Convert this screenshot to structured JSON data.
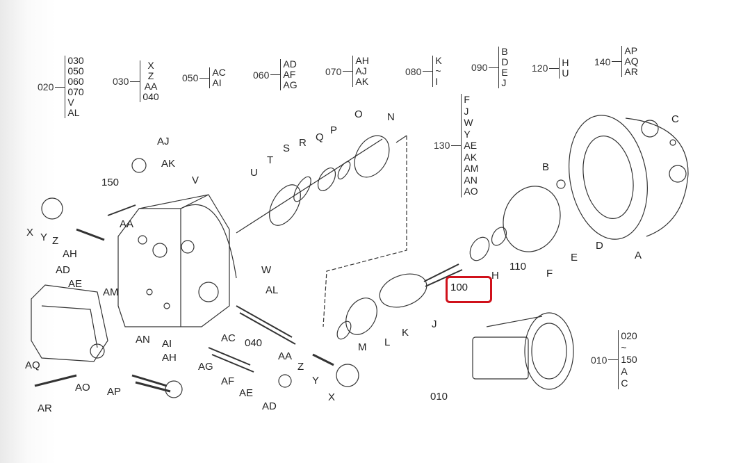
{
  "groups": [
    {
      "key": "020",
      "items": [
        "030",
        "050",
        "060",
        "070",
        "V",
        "AL"
      ]
    },
    {
      "key": "030",
      "items": [
        "X",
        "Z",
        "AA",
        "040"
      ]
    },
    {
      "key": "050",
      "items": [
        "AC",
        "AI"
      ]
    },
    {
      "key": "060",
      "items": [
        "AD",
        "AF",
        "AG"
      ]
    },
    {
      "key": "070",
      "items": [
        "AH",
        "AJ",
        "AK"
      ]
    },
    {
      "key": "080",
      "items": [
        "K",
        "~",
        "I"
      ]
    },
    {
      "key": "090",
      "items": [
        "B",
        "D",
        "E",
        "J"
      ]
    },
    {
      "key": "120",
      "items": [
        "H",
        "U"
      ]
    },
    {
      "key": "140",
      "items": [
        "AP",
        "AQ",
        "AR"
      ]
    },
    {
      "key": "130",
      "items": [
        "F",
        "J",
        "W",
        "Y",
        "AE",
        "AK",
        "AM",
        "AN",
        "AO"
      ]
    },
    {
      "key": "010",
      "items": [
        "020",
        "~",
        "150",
        "A",
        "C"
      ]
    }
  ],
  "callouts": [
    "AJ",
    "AK",
    "150",
    "V",
    "U",
    "T",
    "S",
    "R",
    "Q",
    "P",
    "O",
    "N",
    "X",
    "Y",
    "Z",
    "AA",
    "AH",
    "AD",
    "AE",
    "W",
    "AL",
    "AM",
    "AN",
    "AI",
    "AH",
    "AC",
    "040",
    "AG",
    "AF",
    "AE",
    "AD",
    "AA",
    "Z",
    "Y",
    "X",
    "M",
    "L",
    "K",
    "J",
    "100",
    "H",
    "110",
    "F",
    "E",
    "D",
    "A",
    "B",
    "C",
    "AQ",
    "AO",
    "AP",
    "AR",
    "010"
  ],
  "highlight": {
    "label": "100",
    "color": "#d0111b"
  }
}
